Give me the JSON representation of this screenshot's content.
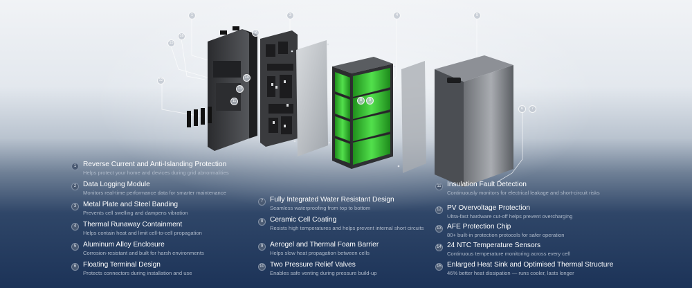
{
  "features": [
    {
      "num": "1",
      "title": "Reverse Current and Anti-Islanding Protection",
      "desc": "Helps protect your home and devices during grid abnormalities"
    },
    {
      "num": "2",
      "title": "Data Logging Module",
      "desc": "Monitors real-time performance data for smarter maintenance"
    },
    {
      "num": "3",
      "title": "Metal Plate and Steel Banding",
      "desc": "Prevents cell swelling and dampens vibration"
    },
    {
      "num": "4",
      "title": "Thermal Runaway Containment",
      "desc": "Helps contain heat and limit cell-to-cell propagation"
    },
    {
      "num": "5",
      "title": "Aluminum Alloy Enclosure",
      "desc": "Corrosion-resistant and built for harsh environments"
    },
    {
      "num": "6",
      "title": "Floating Terminal Design",
      "desc": "Protects connectors during installation and use"
    },
    {
      "num": "7",
      "title": "Fully Integrated Water Resistant Design",
      "desc": "Seamless waterproofing from top to bottom"
    },
    {
      "num": "8",
      "title": "Ceramic Cell Coating",
      "desc": "Resists high temperatures and helps prevent internal short circuits"
    },
    {
      "num": "9",
      "title": "Aerogel and Thermal Foam Barrier",
      "desc": "Helps slow heat propagation between cells"
    },
    {
      "num": "10",
      "title": "Two Pressure Relief Valves",
      "desc": "Enables safe venting during pressure build-up"
    },
    {
      "num": "11",
      "title": "Insulation Fault Detection",
      "desc": "Continuously monitors for electrical leakage and short-circuit risks"
    },
    {
      "num": "12",
      "title": "PV Overvoltage Protection",
      "desc": "Ultra-fast hardware cut-off helps prevent overcharging"
    },
    {
      "num": "13",
      "title": "AFE Protection Chip",
      "desc": "80+ built-in protection protocols for safer operation"
    },
    {
      "num": "14",
      "title": "24 NTC Temperature Sensors",
      "desc": "Continuous temperature monitoring across every cell"
    },
    {
      "num": "15",
      "title": "Enlarged Heat Sink and Optimised Thermal Structure",
      "desc": "46% better heat dissipation — runs cooler, lasts longer"
    }
  ],
  "callouts": [
    "1",
    "3",
    "4",
    "5",
    "16",
    "15",
    "2",
    "14",
    "13",
    "12",
    "11",
    "8",
    "9",
    "6",
    "7"
  ],
  "colors": {
    "cells": "#3fd13a",
    "enclosure": "#3a3c40",
    "background_bottom": "#1c3358"
  },
  "icons": [
    "numbered-circle-icon"
  ]
}
